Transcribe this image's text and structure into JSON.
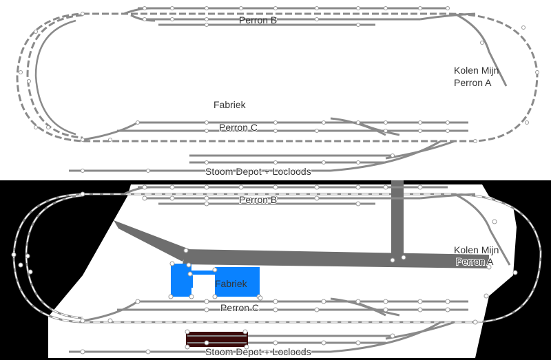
{
  "top_panel": {
    "labels": {
      "perron_b": "Perron B",
      "kolen_mijn": "Kolen Mijn",
      "perron_a": "Perron A",
      "fabriek": "Fabriek",
      "perron_c": "Perron C",
      "stoom_depot": "Stoom Depot + Locloods"
    }
  },
  "bottom_panel": {
    "labels": {
      "perron_b": "Perron B",
      "kolen_mijn": "Kolen Mijn",
      "perron_a": "Perron A",
      "fabriek": "Fabriek",
      "perron_c": "Perron C",
      "stoom_depot": "Stoom Depot + Locloods"
    }
  },
  "colors": {
    "track": "#8a8a8a",
    "rail_dash": "#ffffff",
    "background_mask": "#000000",
    "road": "#6e6e6e",
    "building": "#0a82ff",
    "depot_shed": "#3c0b0b",
    "node": "#ffffff"
  }
}
